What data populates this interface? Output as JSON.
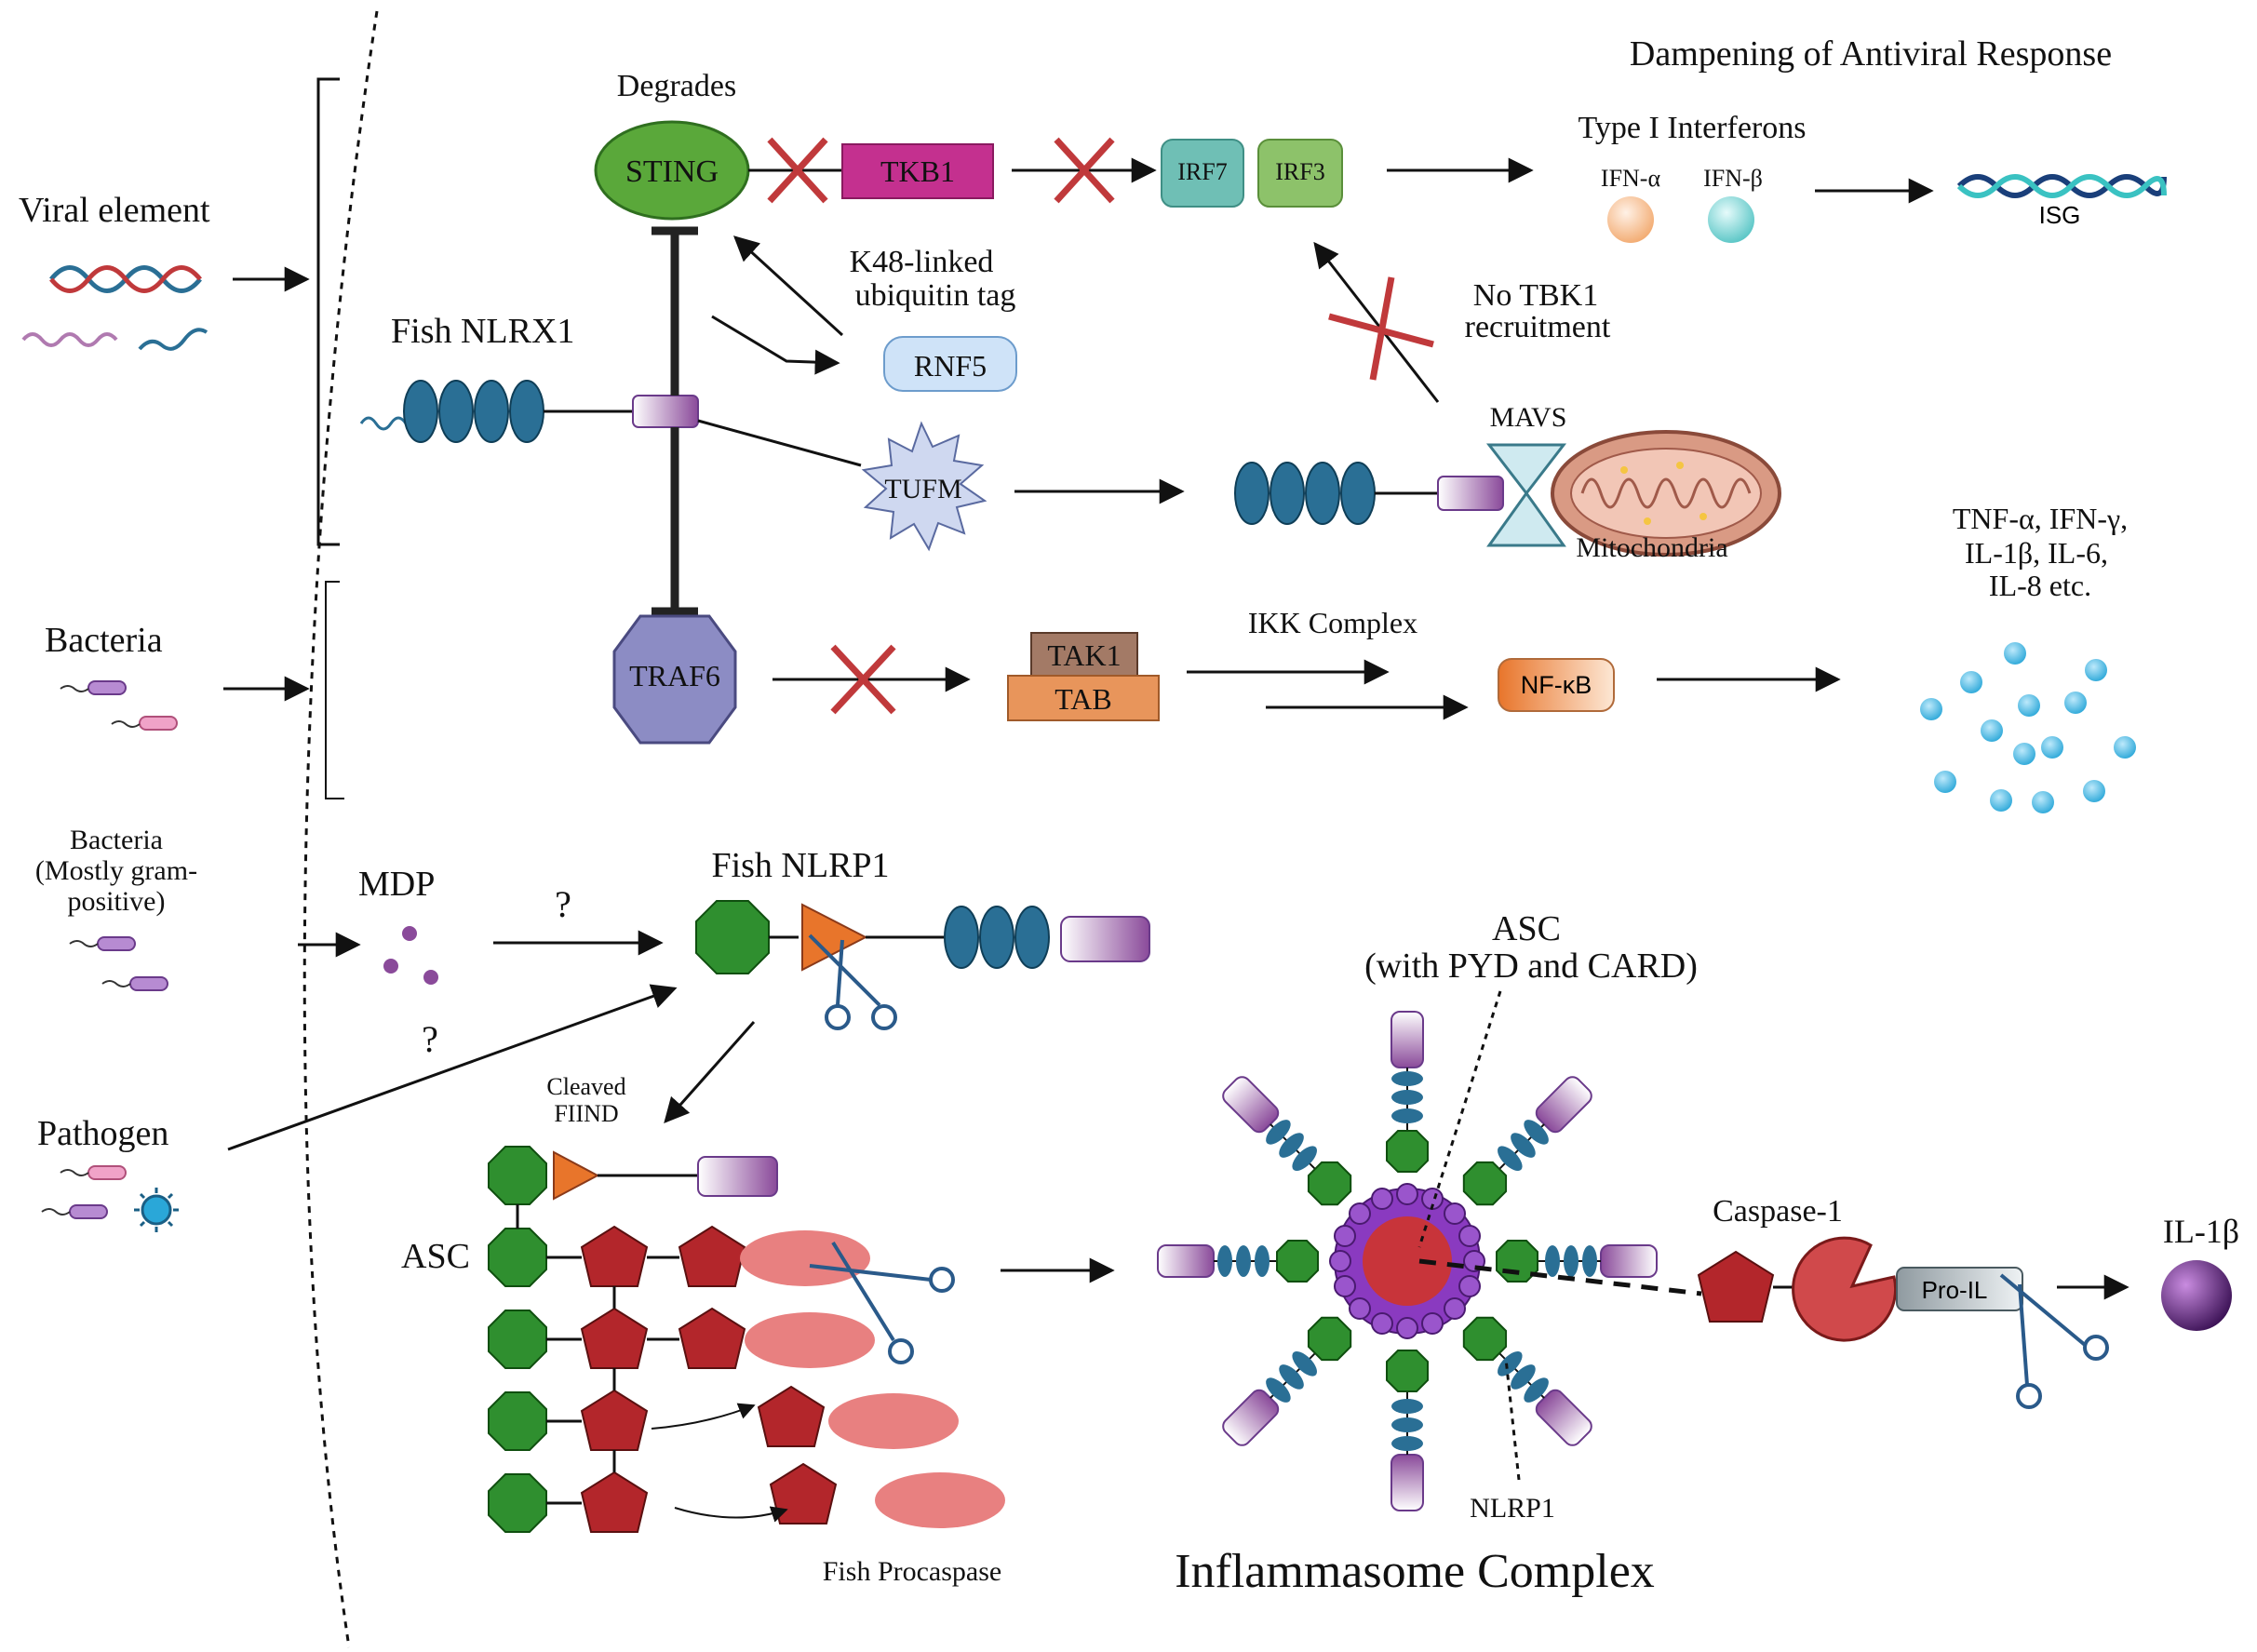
{
  "title_top_right": "Dampening of Antiviral Response",
  "inputs": {
    "viral": "Viral element",
    "bacteria": "Bacteria",
    "bacteria_gp_1": "Bacteria",
    "bacteria_gp_2": "(Mostly gram-",
    "bacteria_gp_3": "positive)",
    "mdp": "MDP",
    "pathogen": "Pathogen",
    "q1": "?",
    "q2": "?"
  },
  "nlrx1": {
    "label": "Fish NLRX1",
    "degrades": "Degrades",
    "sting": "STING",
    "tkb1": "TKB1",
    "irf7": "IRF7",
    "irf3": "IRF3",
    "type1": "Type I Interferons",
    "ifna": "IFN-α",
    "ifnb": "IFN-β",
    "isg": "ISG",
    "k48_1": "K48-linked",
    "k48_2": "ubiquitin tag",
    "rnf5": "RNF5",
    "no_tbk1_1": "No TBK1",
    "no_tbk1_2": "recruitment",
    "tufm": "TUFM",
    "mavs": "MAVS",
    "mito": "Mitochondria",
    "traf6": "TRAF6",
    "tak1": "TAK1",
    "tab": "TAB",
    "ikk": "IKK Complex",
    "nfkb": "NF-κB",
    "cyto_1": "TNF-α, IFN-γ,",
    "cyto_2": "IL-1β, IL-6,",
    "cyto_3": "IL-8 etc."
  },
  "nlrp1": {
    "label": "Fish NLRP1",
    "cleaved_1": "Cleaved",
    "cleaved_2": "FIIND",
    "asc": "ASC",
    "procaspase": "Fish Procaspase",
    "asc_top_1": "ASC",
    "asc_top_2": "(with PYD and CARD)",
    "nlrp1_small": "NLRP1",
    "inflammasome": "Inflammasome Complex",
    "caspase1": "Caspase-1",
    "proil": "Pro-IL",
    "il1b": "IL-1β"
  },
  "colors": {
    "sting_green": "#5aa83a",
    "tkb1_magenta": "#c4308f",
    "irf7_teal": "#6fbfb5",
    "irf3_green": "#8dc26a",
    "nlr_blue": "#2a6f95",
    "traf6_purple": "#8c8cc4",
    "tak1_brown": "#a37a66",
    "tab_orange": "#e8955b",
    "nfkb_orange": "#e8752b",
    "rnf5_blue": "#cfe3f8",
    "pyd_green": "#2f8f2f",
    "card_red": "#b3262b",
    "inhibit_red": "#c0393b",
    "il1b_purple": "#5a2a7a"
  }
}
